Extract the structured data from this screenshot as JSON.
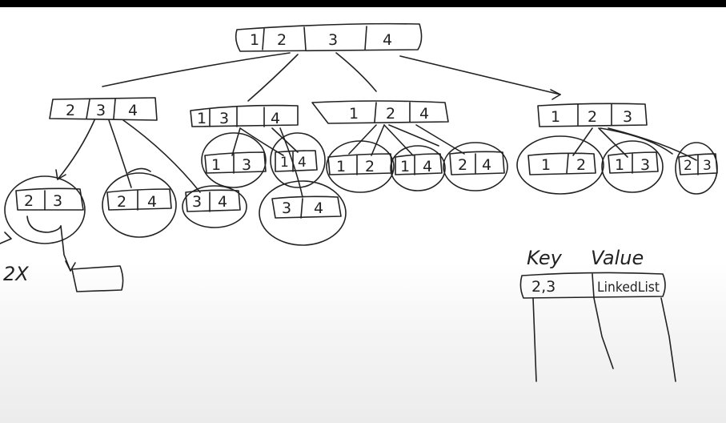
{
  "colors": {
    "ink": "#222222",
    "background": "#ffffff",
    "top_bar": "#000000"
  },
  "tree": {
    "root": {
      "cells": [
        "1",
        "2",
        "3",
        "4"
      ]
    },
    "level1": [
      {
        "cells": [
          "2",
          "3",
          "4"
        ]
      },
      {
        "cells": [
          "1",
          "3",
          "4"
        ]
      },
      {
        "cells": [
          "1",
          "2",
          "4"
        ]
      },
      {
        "cells": [
          "1",
          "2",
          "3"
        ]
      }
    ],
    "level2": [
      {
        "cells": [
          "2",
          "3"
        ]
      },
      {
        "cells": [
          "2",
          "4"
        ]
      },
      {
        "cells": [
          "3",
          "4"
        ]
      },
      {
        "cells": [
          "1",
          "3"
        ]
      },
      {
        "cells": [
          "1",
          "4"
        ]
      },
      {
        "cells": [
          "3",
          "4"
        ]
      },
      {
        "cells": [
          "1",
          "2"
        ]
      },
      {
        "cells": [
          "1",
          "4"
        ]
      },
      {
        "cells": [
          "2",
          "4"
        ]
      },
      {
        "cells": [
          "1",
          "2"
        ]
      },
      {
        "cells": [
          "1",
          "3"
        ]
      },
      {
        "cells": [
          "2",
          "3"
        ]
      }
    ],
    "side_note": "2X"
  },
  "table": {
    "headers": [
      "Key",
      "Value"
    ],
    "row": {
      "key": "2,3",
      "value": "LinkedList"
    }
  }
}
